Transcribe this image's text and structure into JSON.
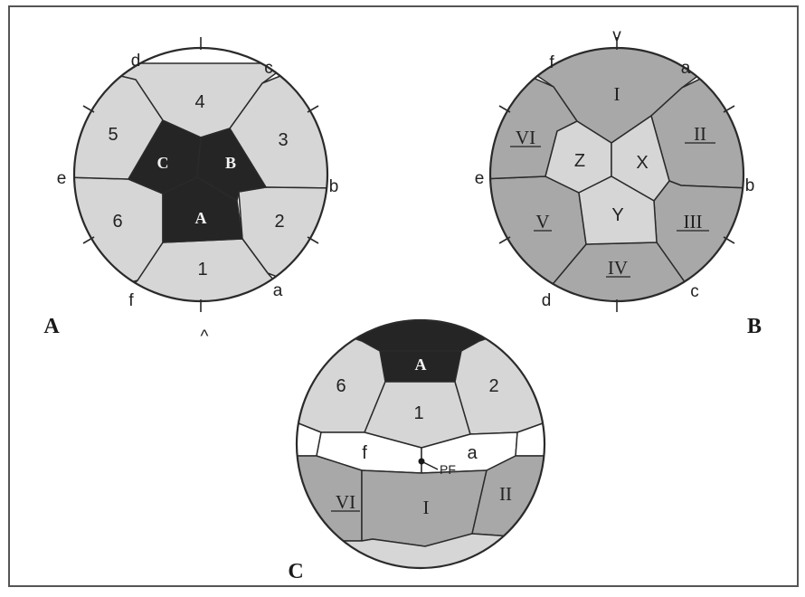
{
  "colors": {
    "background": "#ffffff",
    "frame": "#555555",
    "light_gray": "#d6d6d6",
    "mid_gray": "#a8a8a8",
    "dark": "#252525",
    "white": "#ffffff",
    "stroke": "#2a2a2a"
  },
  "panel_a": {
    "label": "A",
    "outer_cells": [
      "4",
      "3",
      "2",
      "1",
      "6",
      "5"
    ],
    "center_cells": [
      "C",
      "B",
      "A"
    ],
    "meridians": [
      "d",
      "c",
      "b",
      "a",
      "f",
      "e"
    ],
    "pole_mark": "^"
  },
  "panel_b": {
    "label": "B",
    "outer_cells": [
      "I",
      "II",
      "III",
      "IV",
      "V",
      "VI"
    ],
    "center_cells": [
      "Z",
      "X",
      "Y"
    ],
    "meridians": [
      "f",
      "a",
      "b",
      "c",
      "d",
      "e"
    ],
    "pole_mark": "v"
  },
  "panel_c": {
    "label": "C",
    "top_cells": [
      "A",
      "6",
      "1",
      "2"
    ],
    "middle_cells": [
      "f",
      "a"
    ],
    "bottom_cells": [
      "VI",
      "I",
      "II"
    ],
    "pointer_label": "PF"
  }
}
